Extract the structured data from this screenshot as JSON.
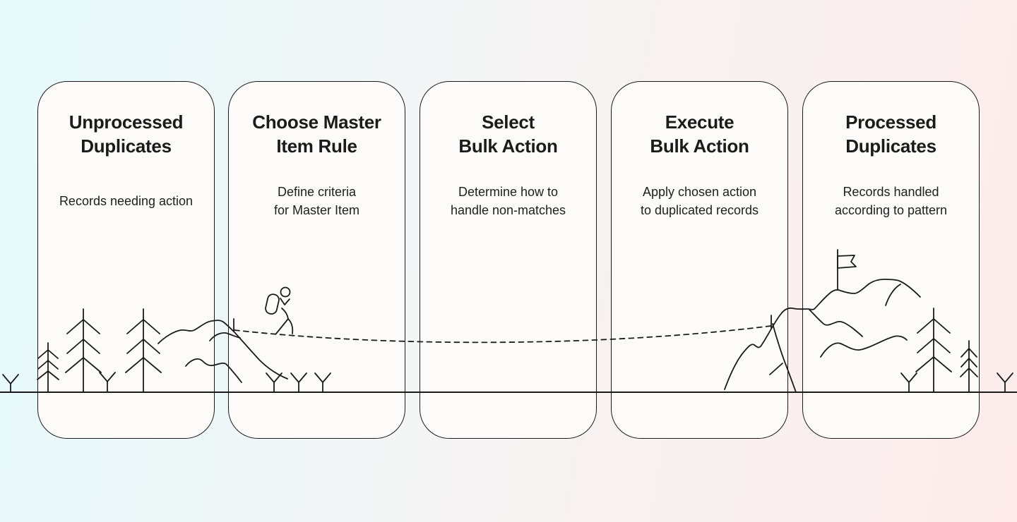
{
  "page": {
    "colors": {
      "background_left": "#e6fafc",
      "background_mid": "#f6f4f4",
      "background_right": "#fdeceb",
      "ink": "#1b1b1b",
      "card_fill": "#fcfbfa"
    }
  },
  "steps": [
    {
      "title": "Unprocessed\nDuplicates",
      "description": "Records needing action"
    },
    {
      "title": "Choose Master\nItem Rule",
      "description": "Define criteria\nfor Master Item"
    },
    {
      "title": "Select\nBulk Action",
      "description": "Determine how to\nhandle non-matches"
    },
    {
      "title": "Execute\nBulk Action",
      "description": "Apply chosen action\nto duplicated records"
    },
    {
      "title": "Processed\nDuplicates",
      "description": "Records handled\naccording to pattern"
    }
  ],
  "illustration": {
    "icons": [
      "pine-tree-icon",
      "sprout-icon",
      "mountain-ridge-icon",
      "hiker-icon",
      "summit-flag-icon",
      "dashed-trail-icon",
      "ground-line"
    ]
  }
}
